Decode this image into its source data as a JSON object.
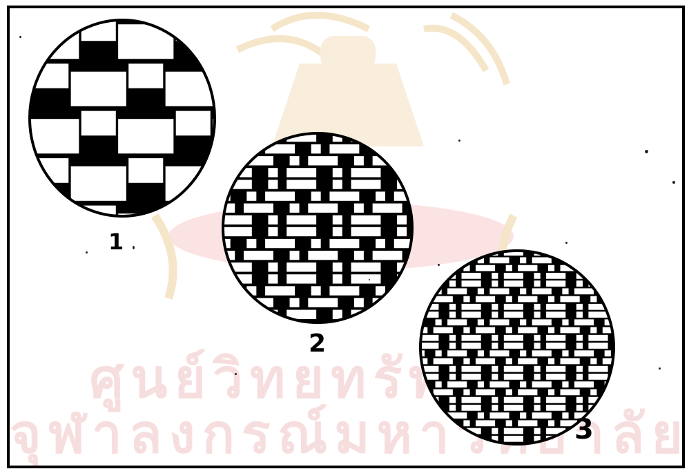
{
  "figure": {
    "labels": {
      "sample_1": "1",
      "sample_2": "2",
      "sample_3": "3"
    },
    "samples": [
      {
        "id": "sample-1",
        "label": "1",
        "weave": "plain",
        "threads_across": 4
      },
      {
        "id": "sample-2",
        "label": "2",
        "weave": "twill",
        "threads_across": 9
      },
      {
        "id": "sample-3",
        "label": "3",
        "weave": "twill",
        "threads_across": 14
      }
    ],
    "watermark": {
      "line_1": "ศูนย์วิทยทรัพยากร",
      "line_2": "จุฬาลงกรณ์มหาวิทยาลัย"
    }
  },
  "colors": {
    "ink": "#000000",
    "paper": "#ffffff",
    "watermark": "#f7dede"
  }
}
